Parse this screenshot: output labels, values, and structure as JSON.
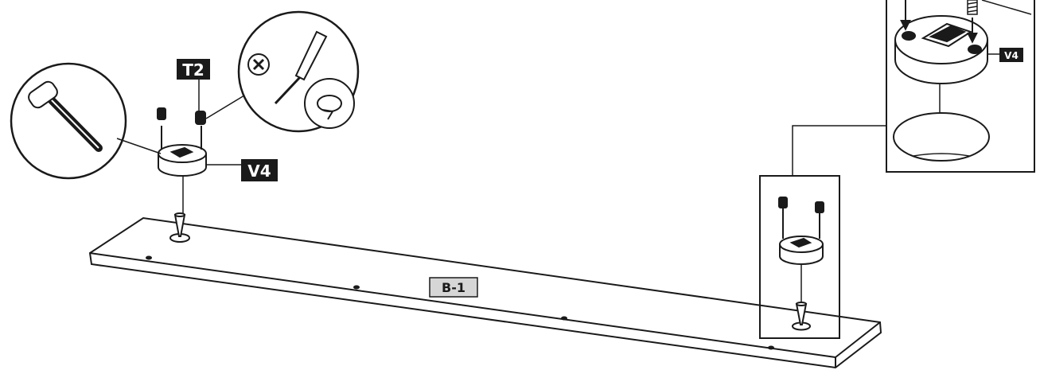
{
  "labels": {
    "tool_code": "T2",
    "connector_main": "V4",
    "connector_detail": "V4",
    "panel_code": "B-1"
  },
  "colors": {
    "ink": "#1a1a1a",
    "label_bg": "#1a1a1a",
    "label_text": "#ffffff",
    "panel_label_bg": "#d6d6d6"
  },
  "icons": {
    "hammer": "rubber-mallet-icon",
    "screwdriver": "screwdriver-icon",
    "no_power_tool": "prohibited-icon",
    "rotate": "rotate-arrow-icon"
  }
}
